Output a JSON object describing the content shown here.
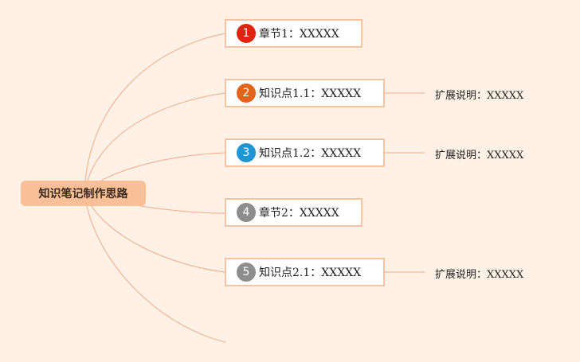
{
  "root": {
    "label": "知识笔记制作思路"
  },
  "nodes": [
    {
      "num": "1",
      "label": "章节1：XXXXX",
      "badge_color": "#e0240f",
      "note": ""
    },
    {
      "num": "2",
      "label": "知识点1.1：XXXXX",
      "badge_color": "#e2641a",
      "note": "扩展说明：XXXXX"
    },
    {
      "num": "3",
      "label": "知识点1.2：XXXXX",
      "badge_color": "#1f95d4",
      "note": "扩展说明：XXXXX"
    },
    {
      "num": "4",
      "label": "章节2：XXXXX",
      "badge_color": "#8d8d8d",
      "note": ""
    },
    {
      "num": "5",
      "label": "知识点2.1：XXXXX",
      "badge_color": "#8d8d8d",
      "note": "扩展说明：XXXXX"
    }
  ],
  "colors": {
    "background": "#fff1e5",
    "root_fill": "#f9bf96",
    "border": "#f5c39f",
    "connector": "#f2a98a"
  }
}
